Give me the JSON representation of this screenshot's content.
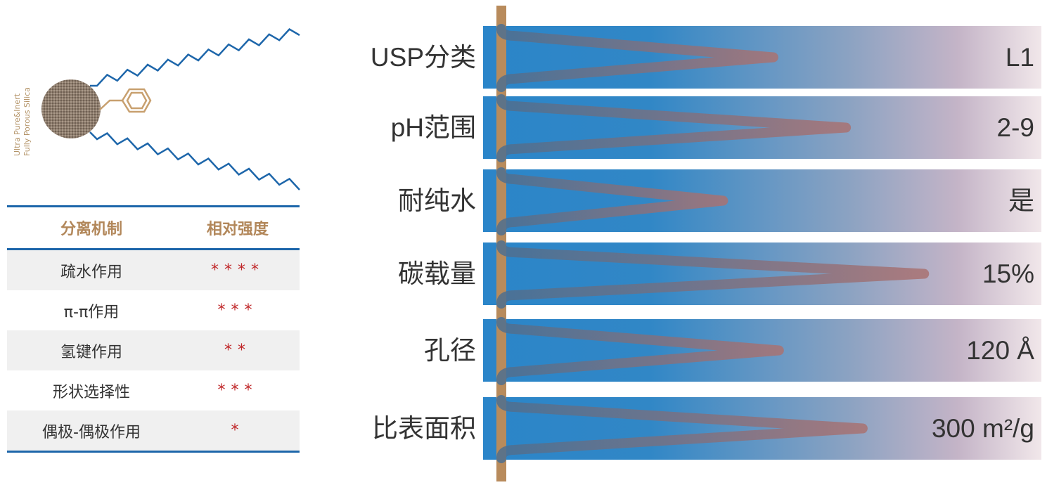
{
  "molecule": {
    "particle_label_line1": "Ultra Pure&Inert",
    "particle_label_line2": "Fully Porous Silica",
    "colors": {
      "chain": "#1d66aa",
      "particle": "#8c7b6c",
      "phenyl": "#c8a06f"
    }
  },
  "mechanism_table": {
    "headers": {
      "mechanism": "分离机制",
      "strength": "相对强度"
    },
    "rows": [
      {
        "mechanism": "疏水作用",
        "strength": "****"
      },
      {
        "mechanism": "π-π作用",
        "strength": "***"
      },
      {
        "mechanism": "氢键作用",
        "strength": "**"
      },
      {
        "mechanism": "形状选择性",
        "strength": "***"
      },
      {
        "mechanism": "偶极-偶极作用",
        "strength": "*"
      }
    ]
  },
  "specs": [
    {
      "label": "USP分类",
      "value": "L1",
      "needle": 0.52
    },
    {
      "label": "pH范围",
      "value": "2-9",
      "needle": 0.65
    },
    {
      "label": "耐纯水",
      "value": "是",
      "needle": 0.43
    },
    {
      "label": "碳载量",
      "value": "15%",
      "needle": 0.79
    },
    {
      "label": "孔径",
      "value": "120 Å",
      "needle": 0.53
    },
    {
      "label": "比表面积",
      "value": "300 m²/g",
      "needle": 0.68
    }
  ],
  "colors": {
    "bar_start": "#2b85c9",
    "bar_end": "#f1e7ea",
    "pole": "#b88b5c",
    "needle": "#4e6f8f",
    "needle_tip": "#a97272",
    "table_rule": "#1d66aa",
    "header_text": "#b2875a",
    "stars": "#c0282a"
  }
}
